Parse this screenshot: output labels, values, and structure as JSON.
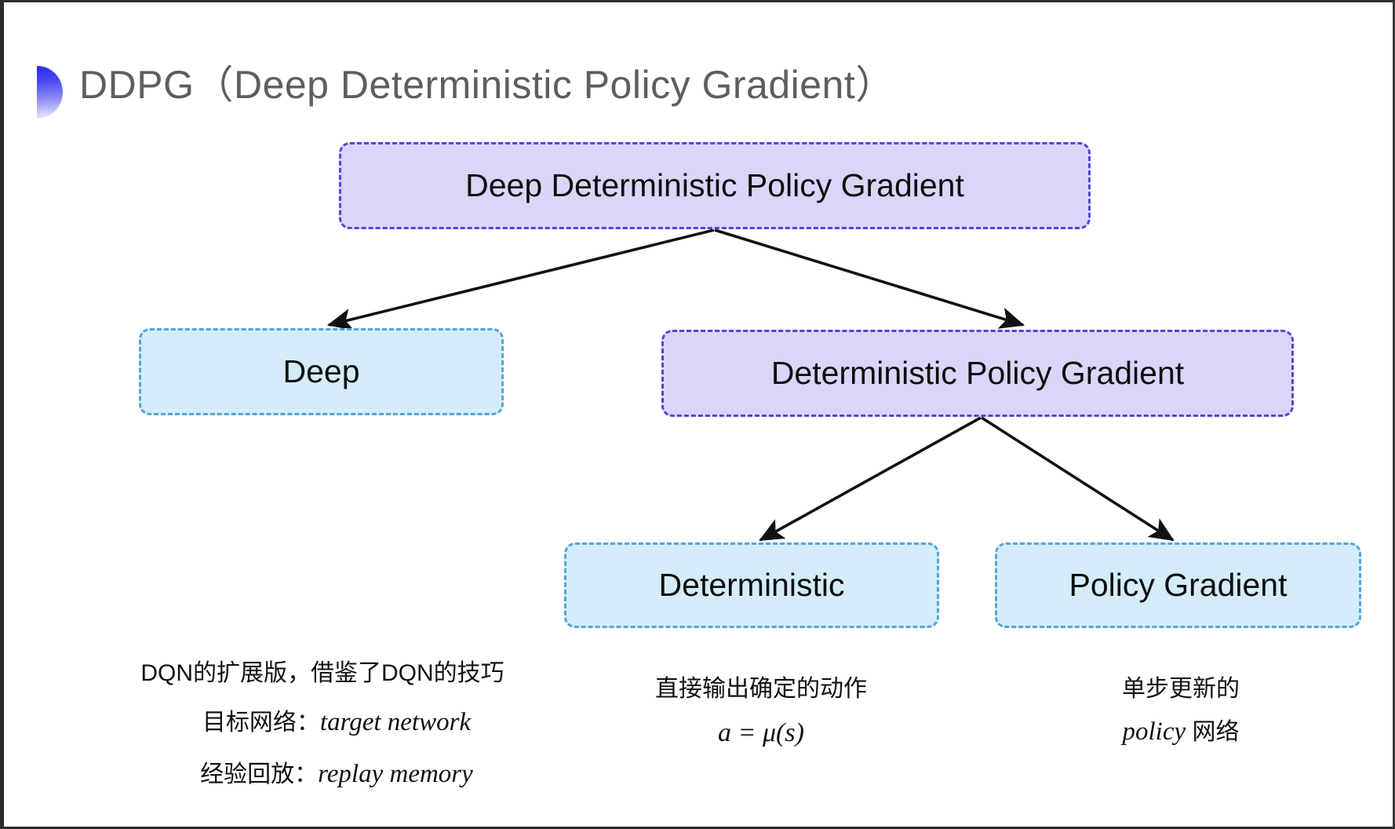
{
  "slide": {
    "title": "DDPG（Deep Deterministic Policy Gradient）",
    "bullet_icon": "half-circle-gradient-icon",
    "background_color": "#ffffff",
    "title_color": "#5e5e5e",
    "accent_color": "#2b2bf0"
  },
  "palette": {
    "purple_fill": "#d9d6f9",
    "purple_border": "#4f48d6",
    "blue_fill": "#d4ecf9",
    "blue_border": "#54a6d8",
    "arrow_color": "#111111"
  },
  "diagram": {
    "type": "tree",
    "nodes": [
      {
        "id": "root",
        "label": "Deep Deterministic Policy Gradient",
        "style": "purple",
        "level": 0
      },
      {
        "id": "deep",
        "label": "Deep",
        "style": "blue",
        "level": 1
      },
      {
        "id": "dpg",
        "label": "Deterministic Policy Gradient",
        "style": "purple",
        "level": 1
      },
      {
        "id": "det",
        "label": "Deterministic",
        "style": "blue",
        "level": 2
      },
      {
        "id": "pg",
        "label": "Policy Gradient",
        "style": "blue",
        "level": 2
      }
    ],
    "edges": [
      {
        "from": "root",
        "to": "deep"
      },
      {
        "from": "root",
        "to": "dpg"
      },
      {
        "from": "dpg",
        "to": "det"
      },
      {
        "from": "dpg",
        "to": "pg"
      }
    ]
  },
  "captions": {
    "deep": {
      "line1": "DQN的扩展版，借鉴了DQN的技巧",
      "line2_label": "目标网络：",
      "line2_term": "target network",
      "line3_label": "经验回放：",
      "line3_term": "replay memory"
    },
    "deterministic": {
      "line1": "直接输出确定的动作",
      "formula": "a = μ(s)"
    },
    "policy_gradient": {
      "line1": "单步更新的",
      "line2_term": "policy",
      "line2_rest": " 网络"
    }
  }
}
